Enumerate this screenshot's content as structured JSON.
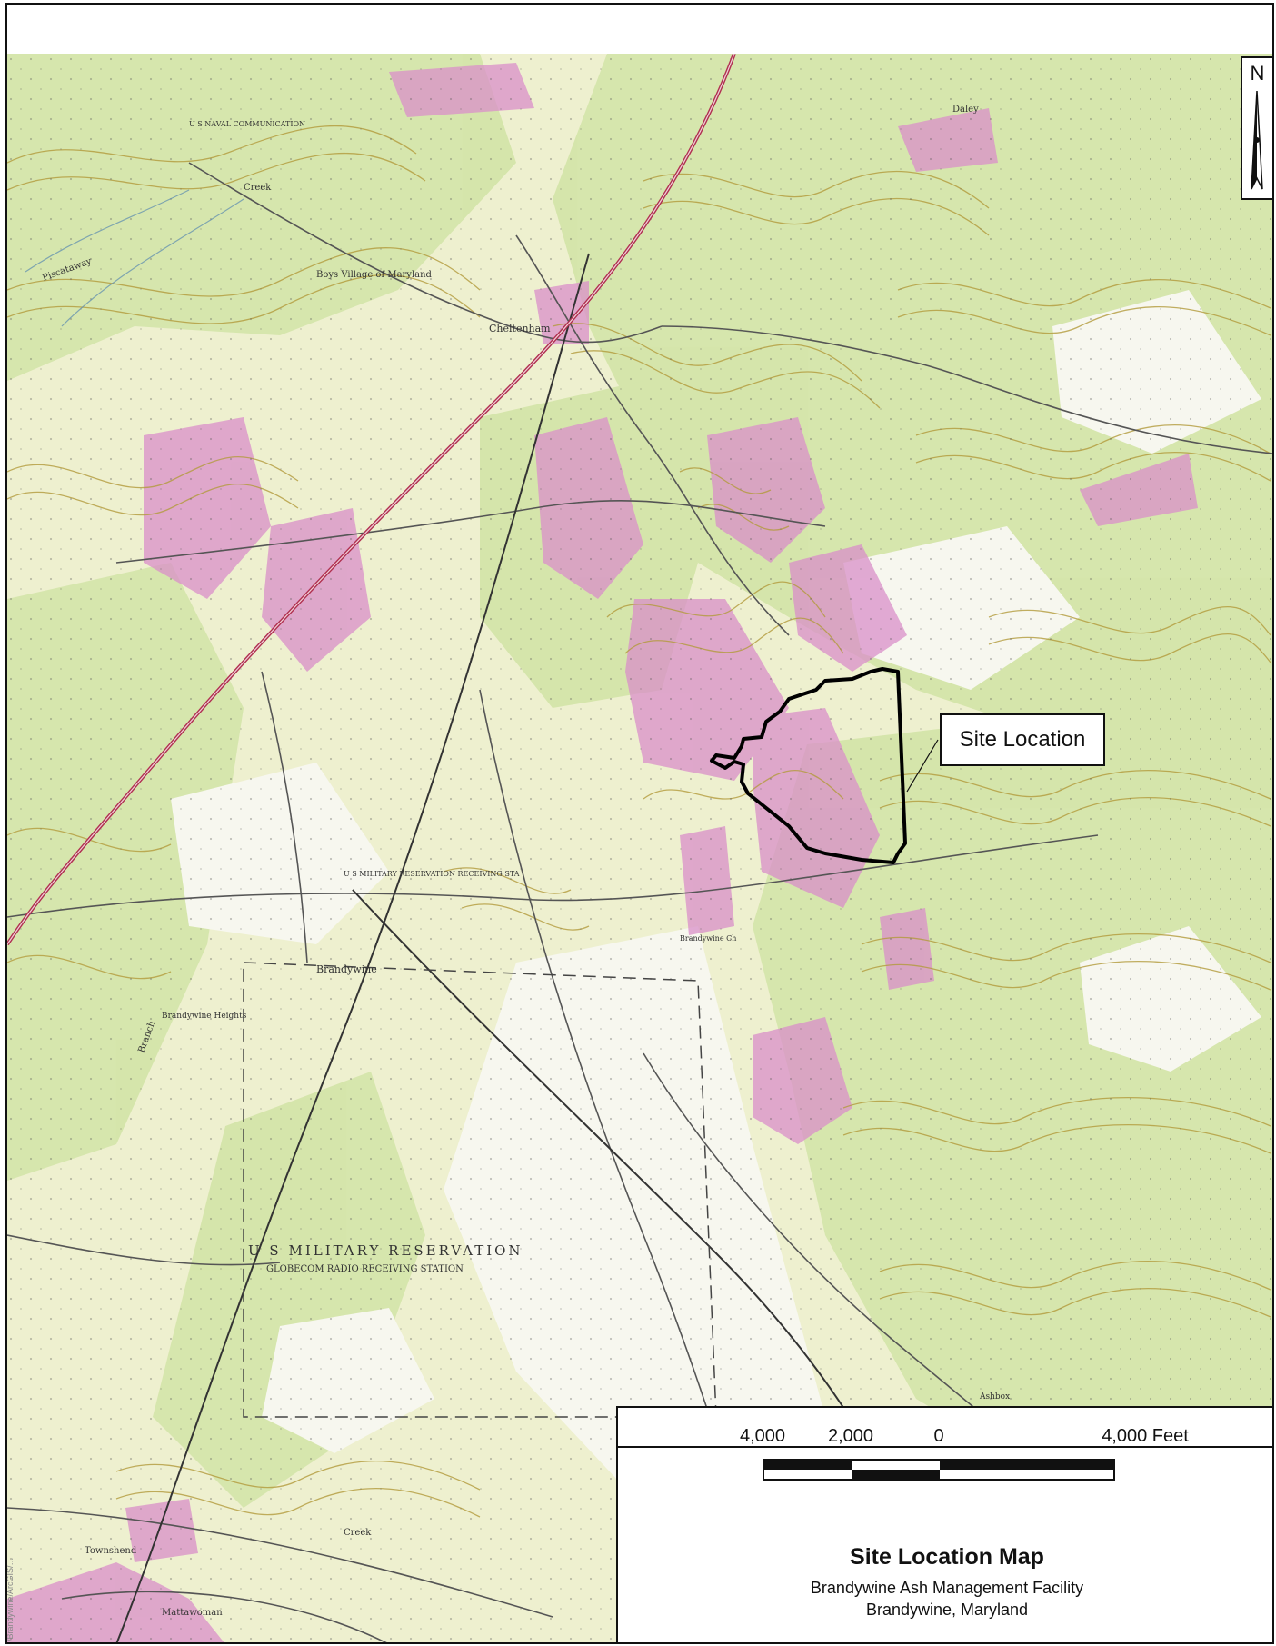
{
  "map": {
    "north_letter": "N",
    "site_callout": "Site Location",
    "scale": {
      "labels": [
        "4,000",
        "2,000",
        "0",
        "4,000  Feet"
      ]
    },
    "title": "Site Location Map",
    "subtitle_line1": "Brandywine Ash Management Facility",
    "subtitle_line2": "Brandywine, Maryland",
    "file_path": "…/Brandywine/ArcGIS/…",
    "place_labels": {
      "cheltenham": "Cheltenham",
      "brandywine": "Brandywine",
      "brandywine_heights": "Brandywine Heights",
      "military_reservation": "U S  MILITARY RESERVATION",
      "globecom": "GLOBECOM RADIO RECEIVING STATION",
      "townshend": "Townshend",
      "mattawoman": "Mattawoman",
      "aukland": "Ashbox",
      "daley": "Daley",
      "boys_village": "Boys Village of Maryland",
      "us_naval": "U S NAVAL COMMUNICATION",
      "creek1": "Creek",
      "creek2": "Creek",
      "piscataway": "Piscataway",
      "branch": "Branch",
      "military_small": "U S MILITARY RESERVATION RECEIVING STA",
      "brandywine_ch": "Brandywine Ch"
    },
    "colors": {
      "base": "#eef0cf",
      "green": "#d6e6b0",
      "contour": "#b39b3c",
      "pink": "#d98fc9",
      "highway": "#b03050",
      "site_outline": "#000000"
    }
  }
}
